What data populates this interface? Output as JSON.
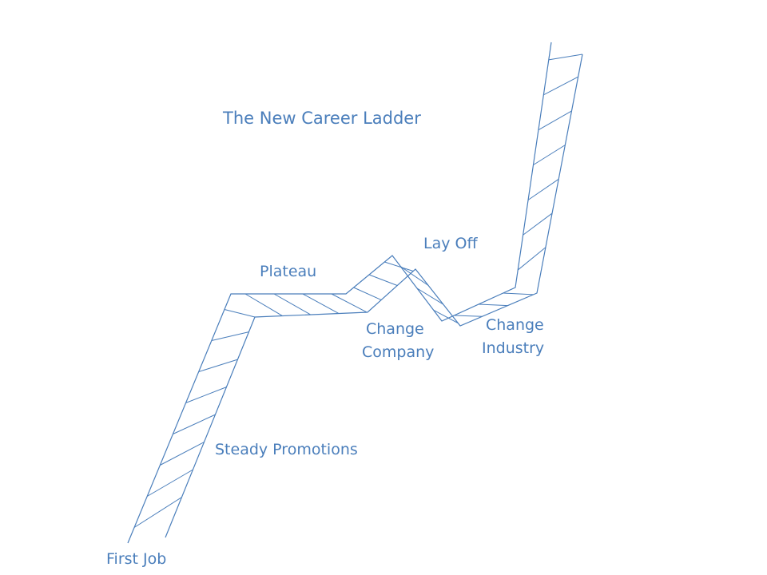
{
  "title": "The New Career Ladder",
  "labels": {
    "first_job": "First Job",
    "steady_promotions": "Steady Promotions",
    "plateau": "Plateau",
    "change_company_1": "Change",
    "change_company_2": "Company",
    "lay_off": "Lay Off",
    "change_industry_1": "Change",
    "change_industry_2": "Industry"
  },
  "colors": {
    "line": "#4a7ebb",
    "text": "#4a7ebb"
  }
}
